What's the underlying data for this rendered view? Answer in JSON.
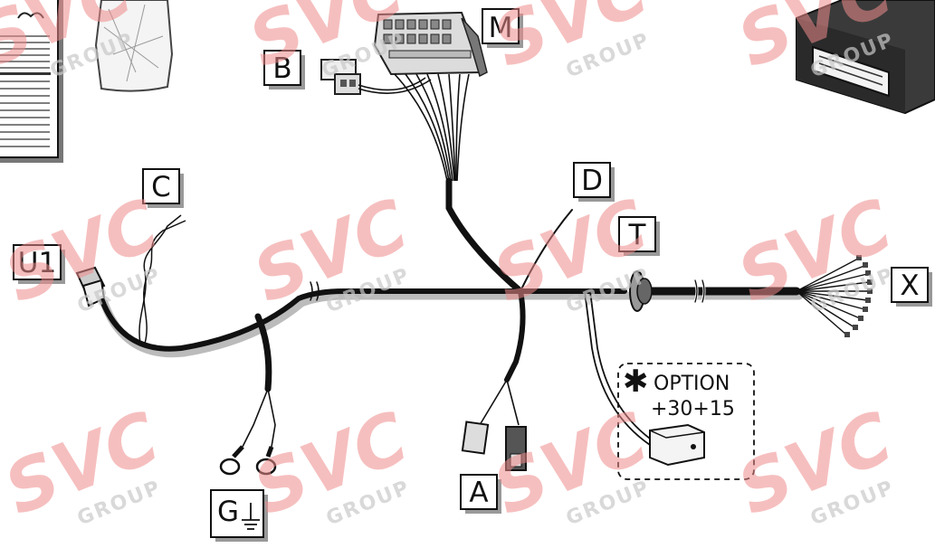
{
  "labels": {
    "M": "M",
    "B": "B",
    "C": "C",
    "D": "D",
    "T": "T",
    "U1": "U1",
    "X": "X",
    "A": "A",
    "G": "G"
  },
  "option": {
    "star": "✱",
    "title": "OPTION",
    "sub": "+30+15"
  },
  "watermark": {
    "brand": "SVC",
    "group": "GROUP"
  },
  "colors": {
    "wire": "#111111",
    "shadow": "#b5b5b5",
    "watermark": "#ef8c8c"
  }
}
